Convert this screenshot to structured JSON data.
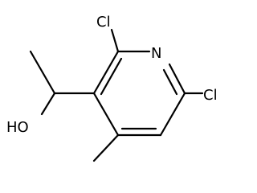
{
  "molecule": {
    "atoms": {
      "cl_top": "Cl",
      "n_ring": "N",
      "cl_right": "Cl",
      "hydroxyl": "HO"
    }
  }
}
